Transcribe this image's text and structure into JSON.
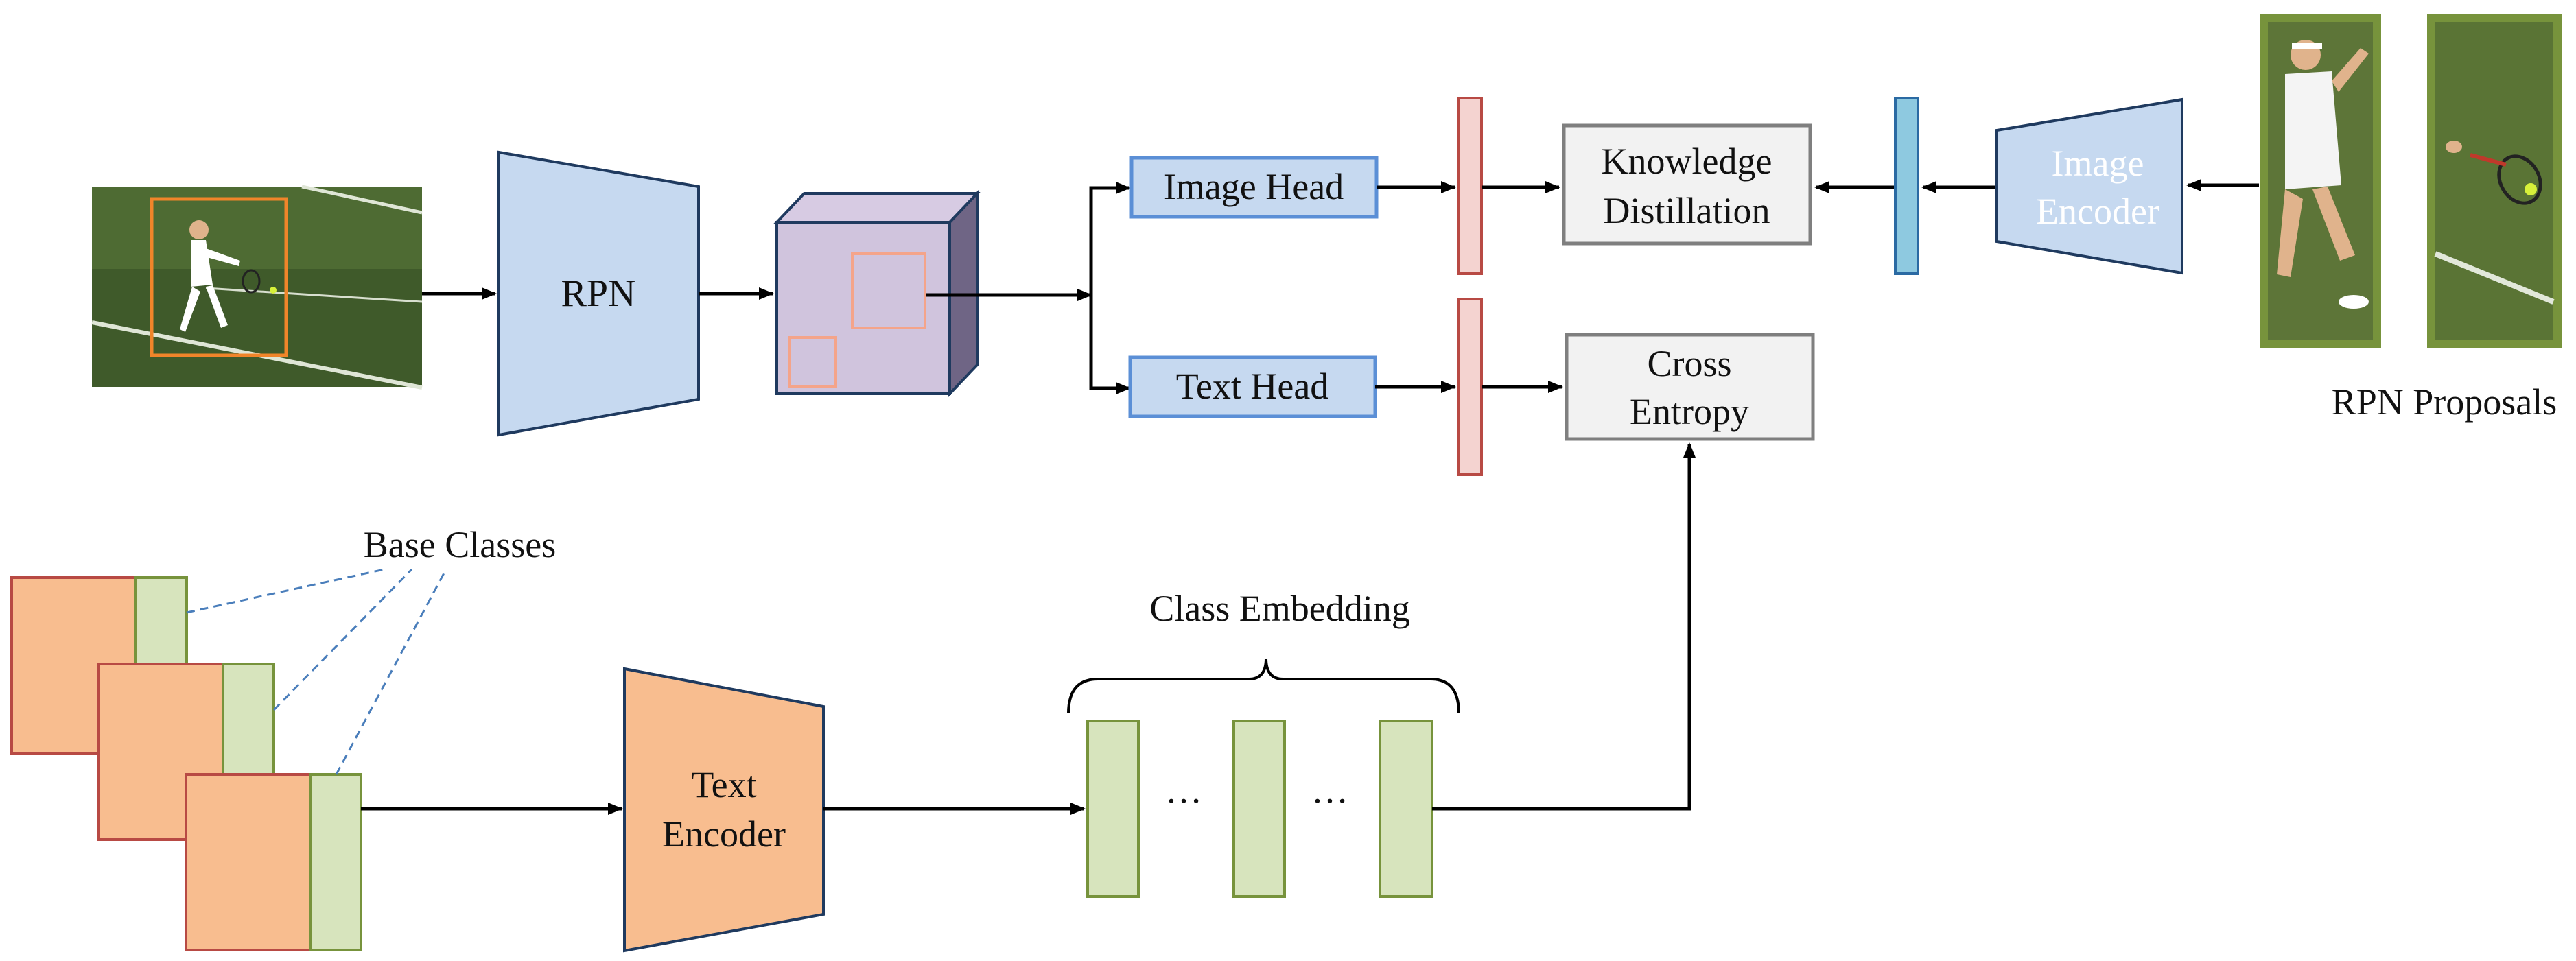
{
  "rpn": {
    "label": "RPN"
  },
  "image_head": {
    "label": "Image Head"
  },
  "text_head": {
    "label": "Text Head"
  },
  "knowledge_distillation": {
    "line1": "Knowledge",
    "line2": "Distillation"
  },
  "cross_entropy": {
    "line1": "Cross",
    "line2": "Entropy"
  },
  "image_encoder": {
    "line1": "Image",
    "line2": "Encoder"
  },
  "rpn_proposals": {
    "label": "RPN Proposals"
  },
  "base_classes": {
    "label": "Base Classes"
  },
  "text_encoder": {
    "line1": "Text",
    "line2": "Encoder"
  },
  "class_embedding": {
    "label": "Class Embedding",
    "ellipsis_1": "…",
    "ellipsis_2": "…"
  },
  "colors": {
    "rpn_fill": "#c6d9f0",
    "head_fill": "#c6d9f0",
    "head_border": "#5b8fd6",
    "feature_cube": "#d0c4dd",
    "roi_box": "#f4a48a",
    "embedding_red_fill": "#f4d3d0",
    "embedding_red_border": "#b84a44",
    "embedding_blue_fill": "#8ec9e0",
    "embedding_blue_border": "#2b6aa3",
    "grey_box_fill": "#f2f2f2",
    "grey_box_border": "#7f7f7f",
    "orange_fill": "#f8bd8f",
    "orange_border": "#b84a44",
    "green_fill": "#d7e4bd",
    "green_border": "#77933c",
    "image_border_green": "#77933c",
    "bbox_orange": "#f0852a",
    "dashed_blue": "#4a7ebb",
    "arrow": "#000000"
  }
}
